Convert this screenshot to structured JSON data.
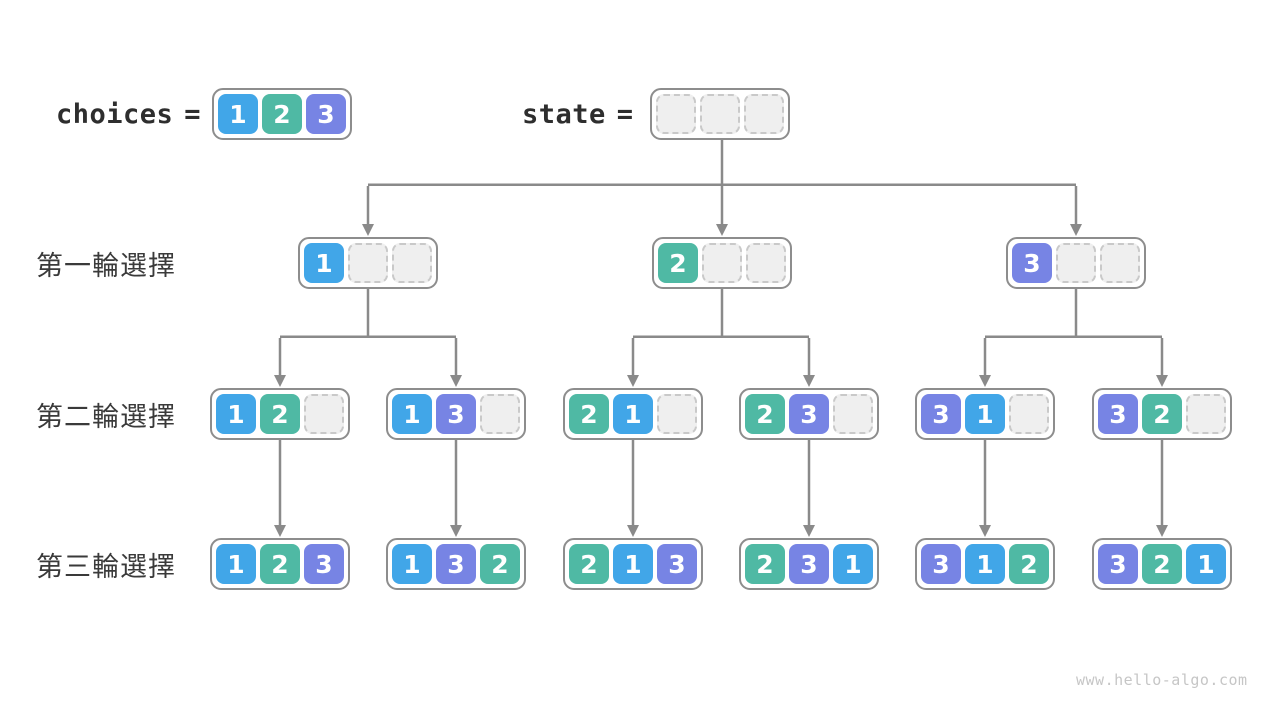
{
  "colors": {
    "1": "#41a6e8",
    "2": "#4fb9a4",
    "3": "#7784e4"
  },
  "header": {
    "choices_label": "choices",
    "state_label": "state",
    "equals": "=",
    "choices_values": [
      "1",
      "2",
      "3"
    ],
    "state_values": [
      null,
      null,
      null
    ]
  },
  "rows": [
    {
      "label": "第一輪選擇",
      "nodes": [
        [
          "1",
          null,
          null
        ],
        [
          "2",
          null,
          null
        ],
        [
          "3",
          null,
          null
        ]
      ]
    },
    {
      "label": "第二輪選擇",
      "nodes": [
        [
          "1",
          "2",
          null
        ],
        [
          "1",
          "3",
          null
        ],
        [
          "2",
          "1",
          null
        ],
        [
          "2",
          "3",
          null
        ],
        [
          "3",
          "1",
          null
        ],
        [
          "3",
          "2",
          null
        ]
      ]
    },
    {
      "label": "第三輪選擇",
      "nodes": [
        [
          "1",
          "2",
          "3"
        ],
        [
          "1",
          "3",
          "2"
        ],
        [
          "2",
          "1",
          "3"
        ],
        [
          "2",
          "3",
          "1"
        ],
        [
          "3",
          "1",
          "2"
        ],
        [
          "3",
          "2",
          "1"
        ]
      ]
    }
  ],
  "footer": {
    "watermark": "www.hello-algo.com"
  }
}
